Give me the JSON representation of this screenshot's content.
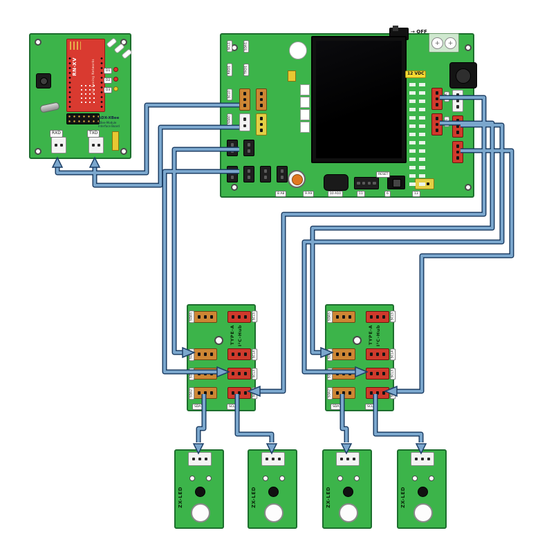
{
  "xbee_board": {
    "module_label": "RN-XV",
    "module_note": "(c) Roving Networks",
    "board_name": "ADX-XBee",
    "board_sub1": "XBee-Module",
    "board_sub2": "Interface Board",
    "rxd": "RXD",
    "txd": "TXD",
    "leds": [
      "D1",
      "D2",
      "D3"
    ]
  },
  "main_board": {
    "switch_label": "→ OFF",
    "power_label": "12 VDC",
    "reset_label": "RESET",
    "terminal_symbols": [
      "+",
      "+"
    ],
    "left_labels": [
      "SCL1",
      "SDA1",
      "RXD1",
      "TXD1",
      "SCL0",
      "SDA0"
    ],
    "right_labels": [
      "SDA",
      "SCL"
    ],
    "bottom_labels": [
      "8  A8",
      "9  A9",
      "10  A10",
      "11",
      "6",
      "13"
    ]
  },
  "hub_board": {
    "title_line1": "I²C-Hub",
    "title_line2": "TYPE-A",
    "top_left": "SDA5",
    "top_right": "SCL5",
    "rows": [
      {
        "left": "SDA4",
        "right": "SCL4"
      },
      {
        "left": "SDA3",
        "right": "SCL3"
      },
      {
        "left": "SDA2",
        "right": "SCL2"
      }
    ],
    "bottom_left": "SDA1",
    "bottom_right": "SCL1"
  },
  "zx_led": {
    "name": "ZX-LED"
  },
  "wire_colors": {
    "core": "#7ba7cd",
    "outline": "#1d3f66"
  }
}
